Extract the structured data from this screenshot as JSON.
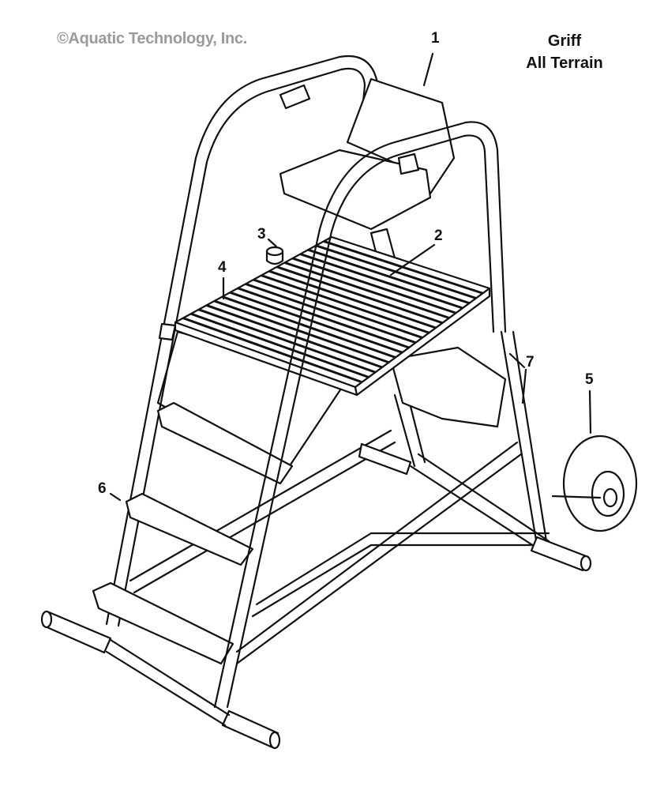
{
  "copyright": "©Aquatic Technology, Inc.",
  "title": {
    "line1": "Griff",
    "line2": "All Terrain"
  },
  "callouts": [
    {
      "number": "1",
      "part": "seat"
    },
    {
      "number": "2",
      "part": "seat-post-mount"
    },
    {
      "number": "3",
      "part": "cup-holder"
    },
    {
      "number": "4",
      "part": "platform-grating"
    },
    {
      "number": "5",
      "part": "wheel"
    },
    {
      "number": "6",
      "part": "step"
    },
    {
      "number": "7",
      "part": "rear-leg"
    }
  ]
}
